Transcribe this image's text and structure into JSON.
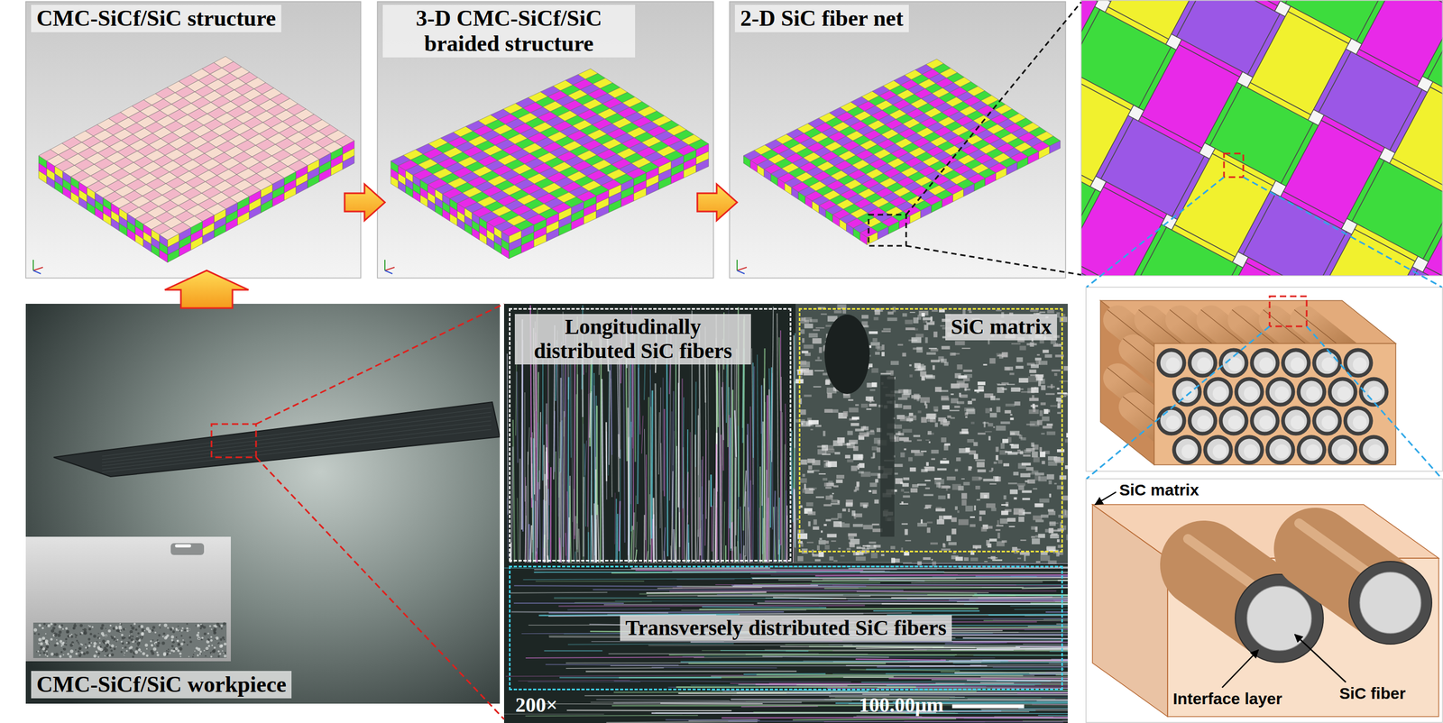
{
  "diagram": {
    "nodes": [
      {
        "text": [
          "CMC-SiCf/SiC structure"
        ]
      },
      {
        "text": [
          "3-D CMC-SiCf/SiC braided structure"
        ]
      },
      {
        "text": [
          "2-D SiC fiber net"
        ]
      },
      {
        "text": [
          "CMC-SiCf/SiC workpiece"
        ]
      },
      {
        "text": [
          "Longitudinally distributed SiC fibers"
        ]
      },
      {
        "text": [
          "SiC matrix"
        ]
      },
      {
        "text": [
          "Transversely distributed SiC fibers"
        ]
      }
    ],
    "edges": [
      {
        "from": 3,
        "to": 0,
        "arrow": "to"
      },
      {
        "from": 0,
        "to": 1,
        "arrow": "to"
      },
      {
        "from": 1,
        "to": 2,
        "arrow": "to"
      }
    ],
    "labels": [
      "200×",
      "100.00μm",
      "SiC matrix",
      "Interface layer",
      "SiC fiber"
    ]
  }
}
